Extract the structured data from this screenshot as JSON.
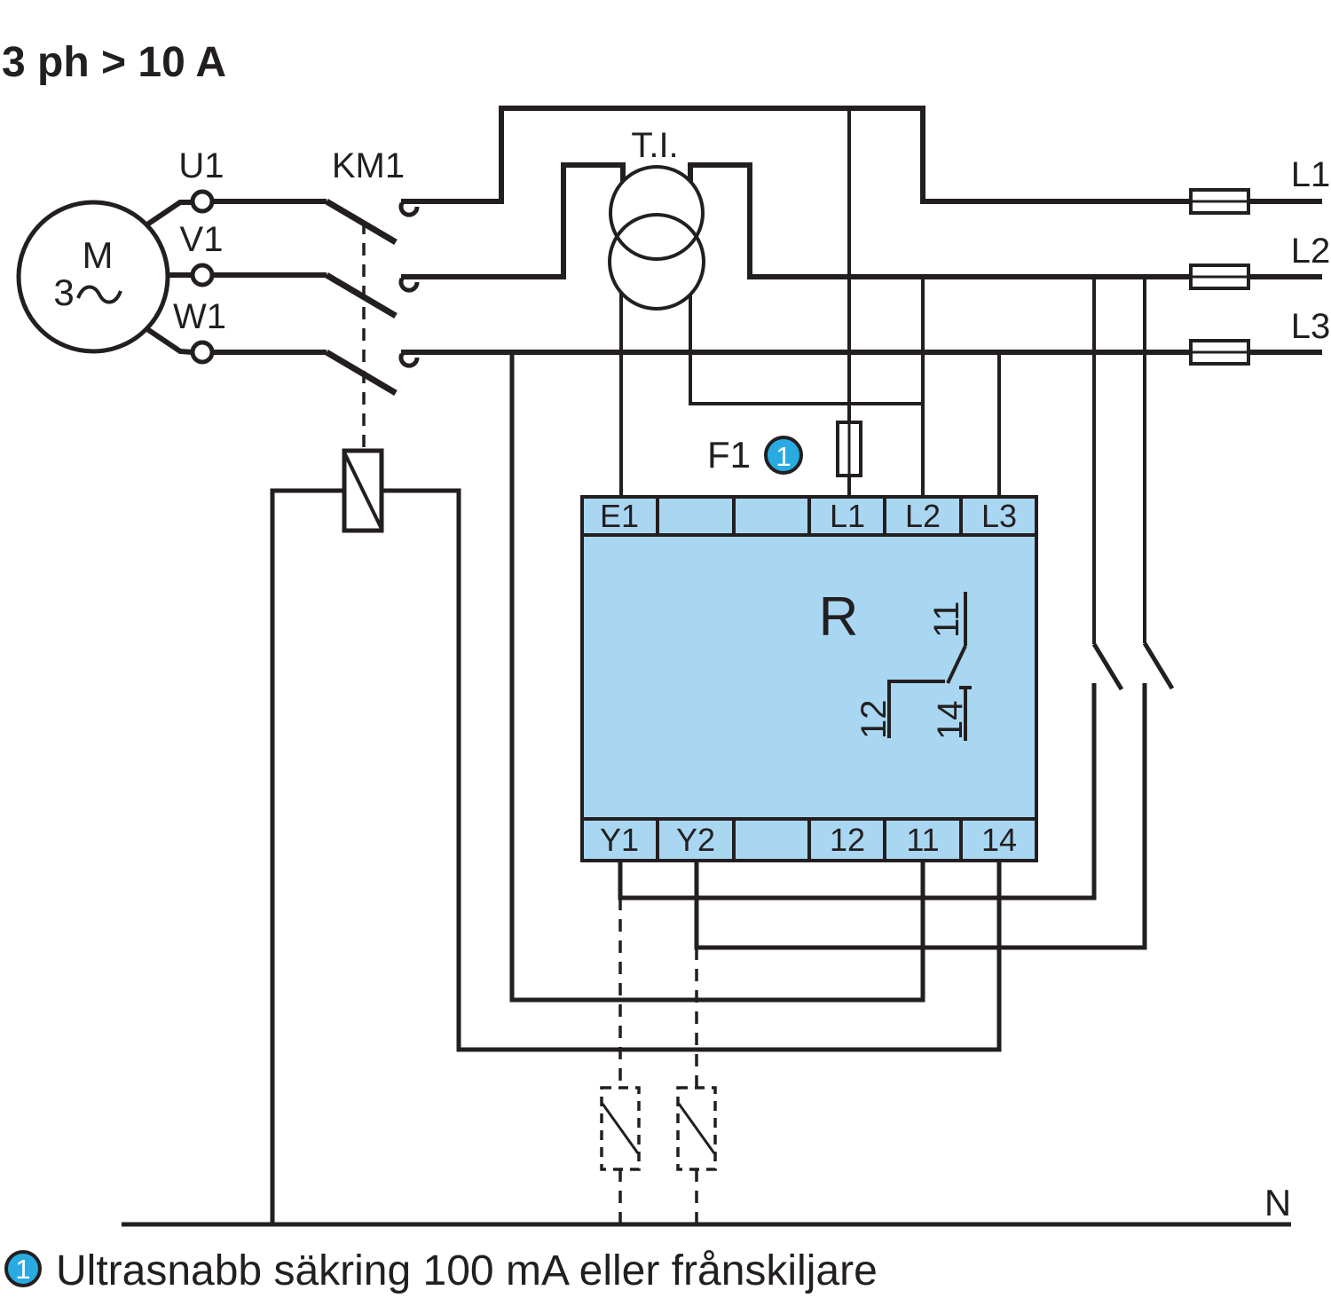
{
  "title": "3 ph > 10 A",
  "colors": {
    "ink": "#231F20",
    "relay_fill": "#A9D7F2",
    "badge_fill": "#29ABE2"
  },
  "motor": {
    "label": "M",
    "phase_count": "3",
    "terminal_u": "U1",
    "terminal_v": "V1",
    "terminal_w": "W1"
  },
  "contactor_label": "KM1",
  "current_transformer_label": "T.I.",
  "fuse": {
    "label": "F1",
    "badge": "1"
  },
  "phase_labels": {
    "l1": "L1",
    "l2": "L2",
    "l3": "L3"
  },
  "neutral_label": "N",
  "relay": {
    "label": "R",
    "top_terminals": [
      "E1",
      "",
      "",
      "L1",
      "L2",
      "L3"
    ],
    "bottom_terminals": [
      "Y1",
      "Y2",
      "",
      "12",
      "11",
      "14"
    ],
    "contact_labels": {
      "common": "11",
      "nc": "12",
      "no": "14"
    }
  },
  "footnote": {
    "badge": "1",
    "text": "Ultrasnabb säkring 100 mA eller frånskiljare"
  }
}
